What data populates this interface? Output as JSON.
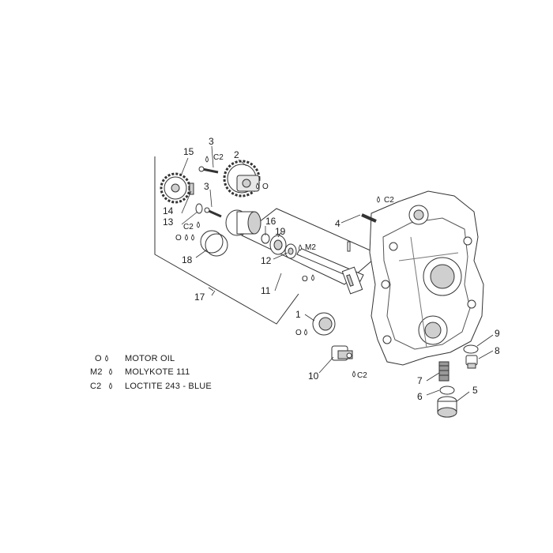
{
  "callouts": {
    "c1": "1",
    "c2": "2",
    "c3a": "3",
    "c3b": "3",
    "c4": "4",
    "c5": "5",
    "c6": "6",
    "c7": "7",
    "c8": "8",
    "c9": "9",
    "c10": "10",
    "c11": "11",
    "c12": "12",
    "c13": "13",
    "c14": "14",
    "c15": "15",
    "c16": "16",
    "c17": "17",
    "c18": "18",
    "c19": "19"
  },
  "codes": {
    "c2_near_3": "C2",
    "c2_near_13": "C2",
    "c2_near_4": "C2",
    "c2_near_10": "C2",
    "m2_near_19": "M2",
    "o_near_2": "O",
    "o_near_18": "O",
    "o_near_shaft": "O",
    "o_near_1": "O"
  },
  "legend": {
    "items": [
      {
        "code": "O",
        "label": "MOTOR OIL"
      },
      {
        "code": "M2",
        "label": "MOLYKOTE 111"
      },
      {
        "code": "C2",
        "label": "LOCTITE 243 - BLUE"
      }
    ]
  },
  "colors": {
    "line": "#333333",
    "fill": "#ffffff",
    "shade": "#cfcfcf",
    "dark": "#777777"
  }
}
